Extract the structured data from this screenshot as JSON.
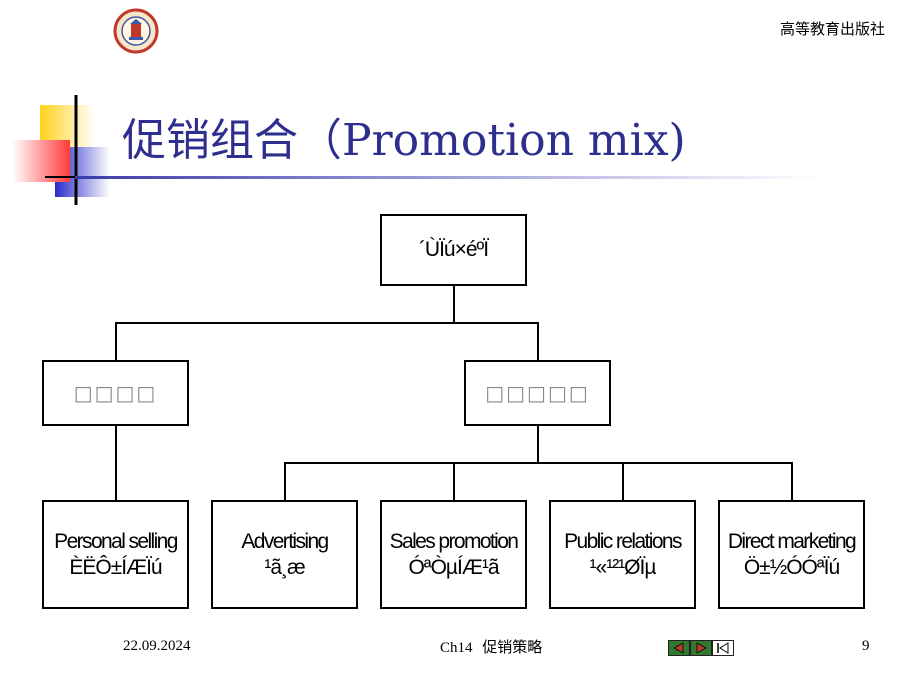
{
  "header": {
    "publisher": "高等教育出版社"
  },
  "slide": {
    "title": "促销组合（Promotion mix)"
  },
  "diagram": {
    "root": {
      "label": "´ÙÏú×éºÏ"
    },
    "group_left": {
      "label": "□□□□"
    },
    "group_right": {
      "label": "□□□□□"
    },
    "leaves": [
      {
        "en": "Personal selling",
        "cn": "ÈËÔ±ÍÆÏú"
      },
      {
        "en": "Advertising",
        "cn": "¹ã¸æ"
      },
      {
        "en": "Sales promotion",
        "cn": "ÓªÒµÍÆ¹ã"
      },
      {
        "en": "Public relations",
        "cn": "¹«¹²¹ØÏµ"
      },
      {
        "en": "Direct marketing",
        "cn": "Ö±½ÓÓªÏú"
      }
    ]
  },
  "footer": {
    "date": "22.09.2024",
    "chapter": "Ch14",
    "chapter_title": "促销策略",
    "page": "9"
  },
  "colors": {
    "title": "#2e2e8e",
    "nav_bg": "#2f7a2f",
    "nav_arrow": "#c0392b"
  }
}
